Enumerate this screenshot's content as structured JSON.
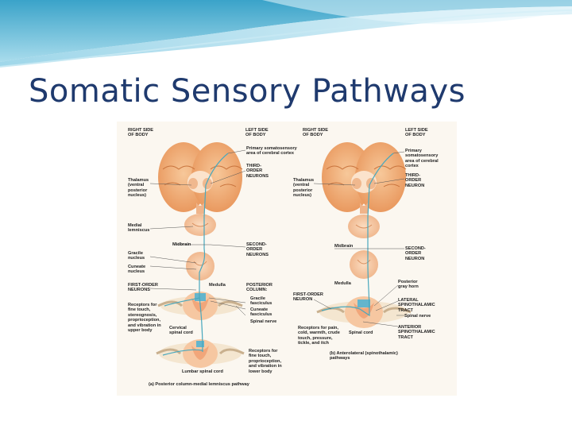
{
  "slide": {
    "title": "Somatic Sensory Pathways",
    "colors": {
      "title": "#1f3a6e",
      "banner": "#5bb7d8",
      "cortex": "#f2a46b",
      "pathway": "#49a8bd",
      "cord": "#f7c9a6"
    }
  },
  "figure": {
    "left_panel": {
      "labels": {
        "right_side": "RIGHT SIDE\nOF BODY",
        "left_side": "LEFT SIDE\nOF BODY",
        "primary_area": "Primary somatosensory\narea of cerebral cortex",
        "third_order": "THIRD-\nORDER\nNEURONS",
        "thalamus": "Thalamus\n(ventral\nposterior\nnucleus)",
        "medial_lemniscus": "Medial\nlemniscus",
        "midbrain": "Midbrain",
        "second_order": "SECOND-\nORDER\nNEURONS",
        "gracile": "Gracile\nnucleus",
        "cuneate": "Cuneate\nnucleus",
        "first_order": "FIRST-ORDER\nNEURONS",
        "medulla": "Medulla",
        "posterior_column": "POSTERIOR\nCOLUMN:",
        "gracile_fasciculus": "Gracile\nfasciculus",
        "cuneate_fasciculus": "Cuneate\nfasciculus",
        "receptors_upper": "Receptors for\nfine touch,\nstereognosis,\nproprioception,\nand vibration in\nupper body",
        "spinal_nerve": "Spinal nerve",
        "cervical": "Cervical\nspinal cord",
        "receptors_lower": "Receptors for\nfine touch,\nproprioception,\nand vibration in\nlower body",
        "lumbar": "Lumbar spinal cord",
        "caption": "(a) Posterior column-medial lemniscus pathway"
      }
    },
    "right_panel": {
      "labels": {
        "right_side": "RIGHT SIDE\nOF BODY",
        "left_side": "LEFT SIDE\nOF BODY",
        "primary_area": "Primary\nsomatosensory\narea of cerebral\ncortex",
        "third_order": "THIRD-\nORDER\nNEURON",
        "thalamus": "Thalamus\n(ventral\nposterior\nnucleus)",
        "midbrain": "Midbrain",
        "second_order": "SECOND-\nORDER\nNEURON",
        "medulla": "Medulla",
        "posterior_horn": "Posterior\ngray horn",
        "first_order": "FIRST-ORDER\nNEURON",
        "lateral_tract": "LATERAL\nSPINOTHALAMIC\nTRACT",
        "spinal_nerve": "Spinal nerve",
        "receptors": "Receptors for pain,\ncold, warmth, crude\ntouch, pressure,\ntickle, and itch",
        "spinal_cord": "Spinal cord",
        "anterior_tract": "ANTERIOR\nSPINOTHALAMIC\nTRACT",
        "caption": "(b) Anterolateral (spinothalamic)\npathways"
      }
    }
  }
}
